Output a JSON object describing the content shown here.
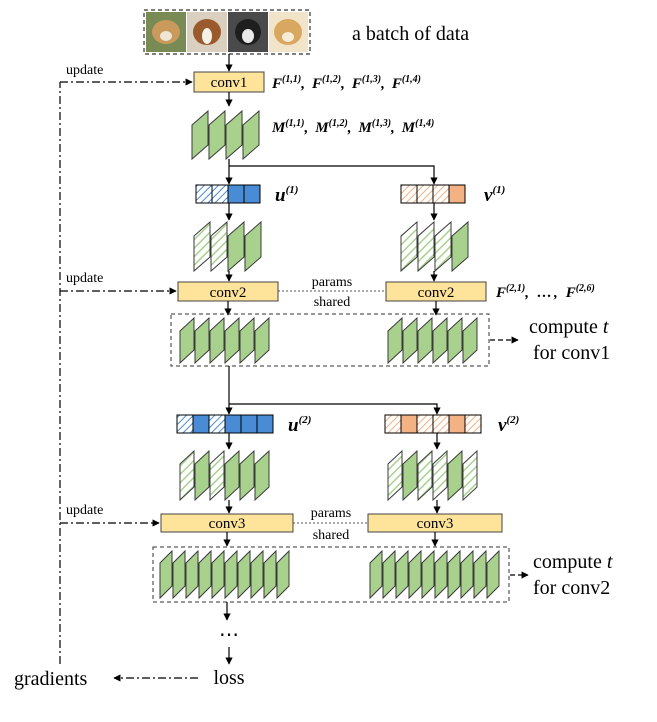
{
  "header": {
    "batch_label": "a batch of data",
    "photo_alt": "dog photos"
  },
  "layers": {
    "conv1": "conv1",
    "conv2a": "conv2",
    "conv2b": "conv2",
    "conv3a": "conv3",
    "conv3b": "conv3"
  },
  "labels": {
    "update": "update",
    "params": "params",
    "shared": "shared",
    "compute_t": "compute",
    "t_symbol": "t",
    "for_conv1": "for conv1",
    "for_conv2": "for conv2",
    "ellipsis": "⋯",
    "loss": "loss",
    "gradients": "gradients"
  },
  "symbols": {
    "F": "F",
    "M": "M",
    "u": "u",
    "v": "v",
    "sep": ",",
    "dots": "…",
    "f1_1": "(1,1)",
    "f1_2": "(1,2)",
    "f1_3": "(1,3)",
    "f1_4": "(1,4)",
    "u1": "(1)",
    "v1": "(1)",
    "u2": "(2)",
    "v2": "(2)",
    "f2_1": "(2,1)",
    "f2_6": "(2,6)"
  },
  "colors": {
    "conv_fill": "#fde49a",
    "conv_stroke": "#444444",
    "map_fill": "#a9d18e",
    "map_stroke": "#3a3a3a",
    "u_fill": "#4a8bd6",
    "v_fill": "#f4b183",
    "line": "#000000"
  }
}
